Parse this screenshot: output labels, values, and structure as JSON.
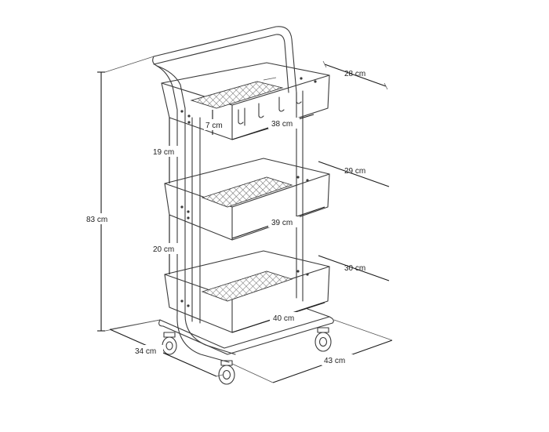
{
  "dimensions": {
    "total_height": "83 cm",
    "gap_top": "19 cm",
    "gap_bottom": "20 cm",
    "basket_depth": "7 cm",
    "top_width": "28 cm",
    "top_length": "38 cm",
    "middle_width": "29 cm",
    "middle_length": "39 cm",
    "bottom_width": "30 cm",
    "bottom_length": "40 cm",
    "base_length": "43 cm",
    "base_width": "34 cm"
  },
  "colors": {
    "line": "#3a3a3a",
    "dimension": "#1a1a1a",
    "background": "#ffffff"
  }
}
